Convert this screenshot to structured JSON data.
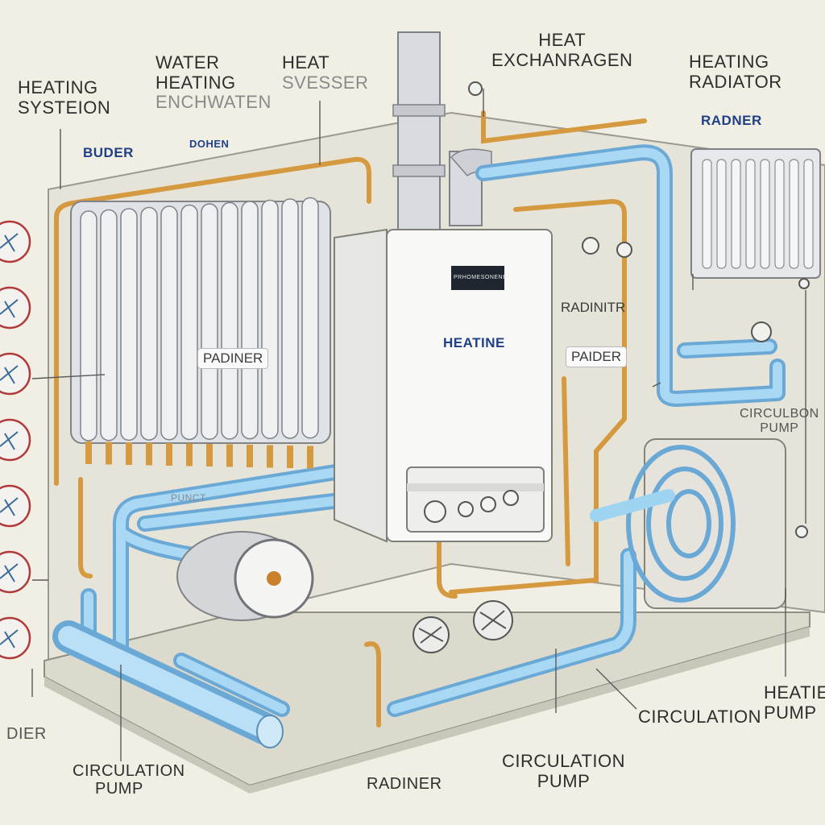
{
  "labels": {
    "heating_system": [
      "HEATING",
      "SYSTEION"
    ],
    "water_heating": [
      "WATER",
      "HEATING",
      "ENCHWATEN"
    ],
    "heat_svesser": [
      "HEAT",
      "SVESSER"
    ],
    "heat_exchanger": [
      "HEAT",
      "EXCHANRAGEN"
    ],
    "heating_radiator": [
      "HEATING",
      "RADIATOR"
    ],
    "buder": "BUDER",
    "boiler_small": "DOHEN",
    "radner_top_right": "RADNER",
    "radiner_center_1": "PADINER",
    "boiler_panel": "HEATINE",
    "radiner_right_1": "RADINITR",
    "radiner_right_2": "PAIDER",
    "pipe_text": "PUNCT",
    "circulation_pump_right": [
      "CIRCULBON",
      "PUMP"
    ],
    "heatie_pump": [
      "HEATIE",
      "PUMP"
    ],
    "circulation_bottom_right": "CIRCULATION",
    "circulation_pump_center": [
      "CIRCULATION",
      "PUMP"
    ],
    "radiner_bottom": "RADINER",
    "circulation_pump_left": [
      "CIRCULATION",
      "PUMP"
    ],
    "dier_left": "DIER",
    "boiler_brand": "PRHOMESONENE"
  },
  "colors": {
    "background": "#f1efe3",
    "wall": "#e4e2d6",
    "floor": "#dedbd0",
    "pipe_blue": "#8fc6ea",
    "pipe_copper": "#d9a24a",
    "boiler": "#f7f7f5",
    "radiator": "#e7e9ec",
    "label_blue": "#1f3f86"
  },
  "icons": {
    "left_gauges": [
      "valve-gauge-icon",
      "valve-gauge-icon",
      "valve-gauge-icon",
      "valve-gauge-icon",
      "valve-gauge-icon",
      "valve-gauge-icon",
      "valve-gauge-icon"
    ],
    "boiler_knobs": [
      "dial-knob-icon",
      "dial-knob-icon",
      "dial-knob-icon",
      "dial-knob-icon"
    ],
    "pumps": [
      "pressure-gauge-icon",
      "pump-fan-icon",
      "pump-fan-icon"
    ]
  }
}
